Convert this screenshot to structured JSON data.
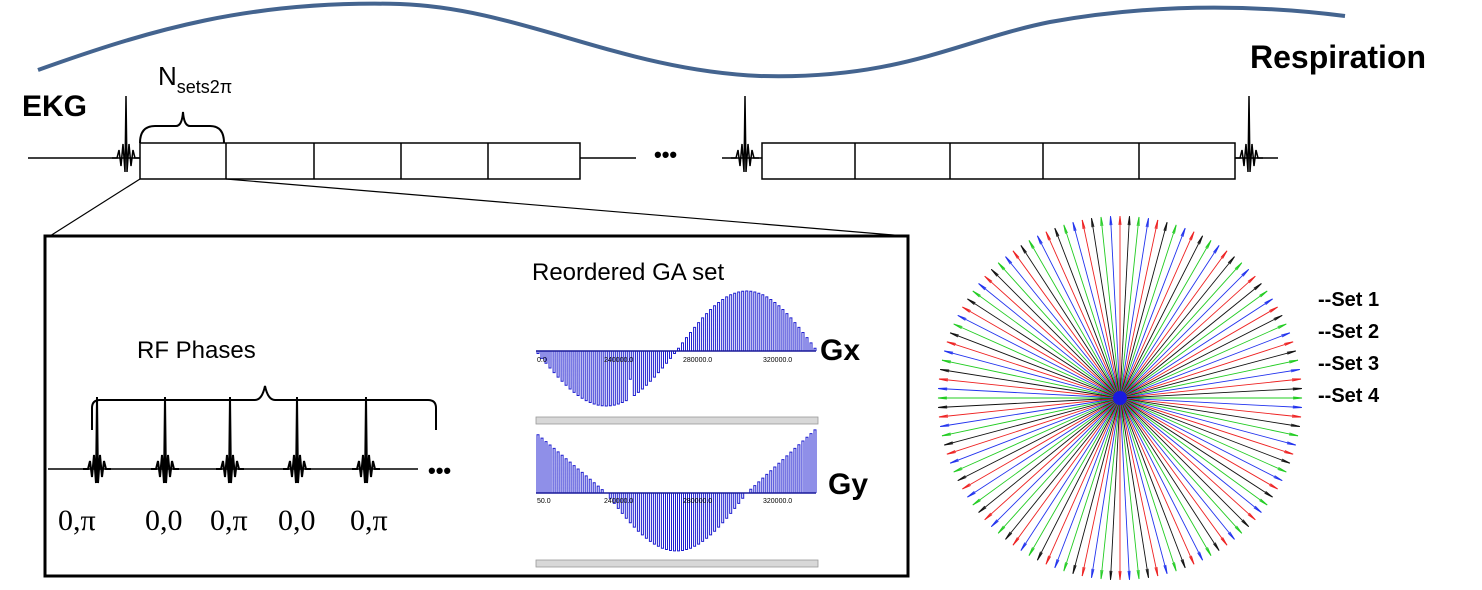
{
  "labels": {
    "respiration": "Respiration",
    "ekg": "EKG",
    "nsets_main": "N",
    "nsets_sub": "sets2π",
    "ellipsis": "•••",
    "rf_phases": "RF Phases",
    "reordered": "Reordered GA set",
    "gx": "Gx",
    "gy": "Gy"
  },
  "phases": [
    "0,π",
    "0,0",
    "0,π",
    "0,0",
    "0,π"
  ],
  "gx_ticks": [
    "0.0",
    "240000.0",
    "280000.0",
    "320000.0"
  ],
  "gy_ticks": [
    "50.0",
    "240000.0",
    "280000.0",
    "320000.0"
  ],
  "legend": [
    {
      "label": "--Set 1",
      "color": "#00b050"
    },
    {
      "label": "--Set 2",
      "color": "#0070c0"
    },
    {
      "label": "--Set 3",
      "color": "#c00000"
    },
    {
      "label": "--Set 4",
      "color": "#000000"
    }
  ],
  "colors": {
    "respiration_curve": "#44648f",
    "gradient": "#1f1fd0",
    "spoke_set1": "#22cc22",
    "spoke_set2": "#2233ee",
    "spoke_set3": "#ee2222",
    "spoke_set4": "#111111"
  },
  "spokes": {
    "count": 120,
    "sets": 4
  }
}
